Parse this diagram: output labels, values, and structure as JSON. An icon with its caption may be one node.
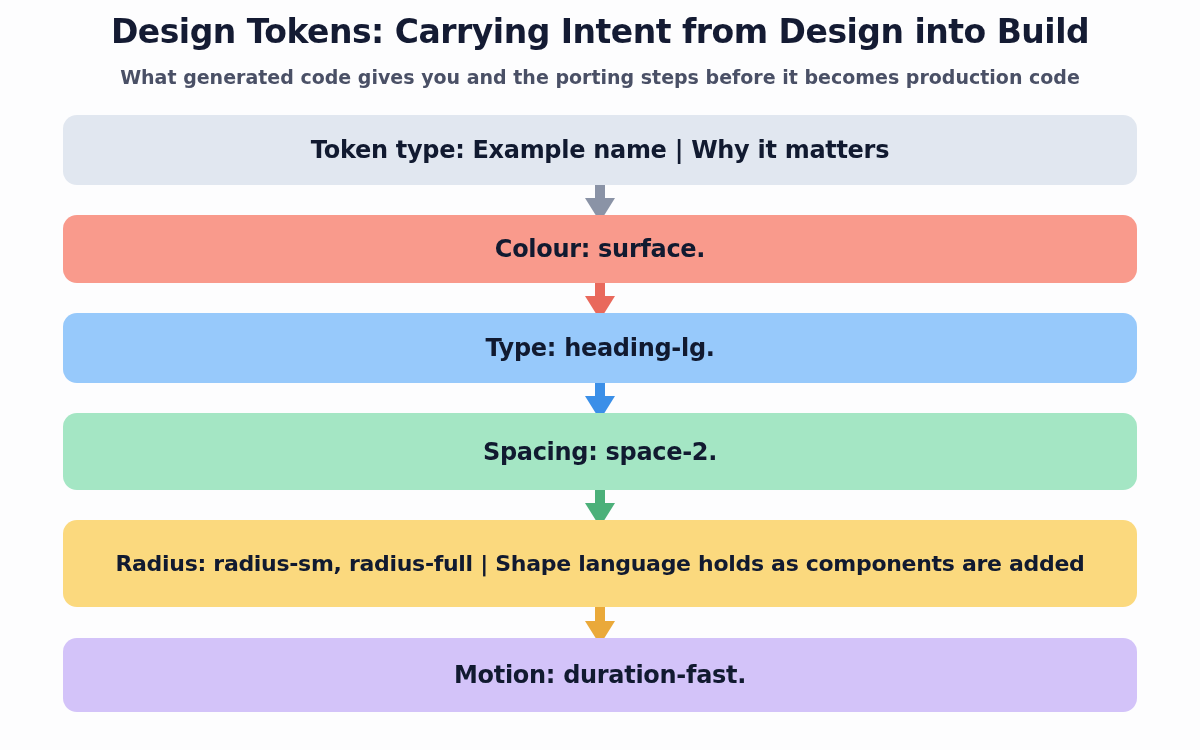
{
  "diagram": {
    "title": "Design Tokens: Carrying Intent from Design into Build",
    "caption": "What generated code gives you and the porting steps before it becomes production code",
    "nodes": [
      {
        "text": [
          "Token type: Example name | Why it matters"
        ]
      },
      {
        "text": [
          "Colour: surface."
        ]
      },
      {
        "text": [
          "Type: heading-lg."
        ]
      },
      {
        "text": [
          "Spacing: space-2."
        ]
      },
      {
        "text": [
          "Radius: radius-sm, radius-full | Shape language holds as components are added"
        ]
      },
      {
        "text": [
          "Motion: duration-fast."
        ]
      }
    ],
    "edges": [
      {
        "from": 0,
        "to": 1,
        "arrow": "to",
        "color": "#8a93a6"
      },
      {
        "from": 1,
        "to": 2,
        "arrow": "to",
        "color": "#e9695c"
      },
      {
        "from": 2,
        "to": 3,
        "arrow": "to",
        "color": "#3b8fe8"
      },
      {
        "from": 3,
        "to": 4,
        "arrow": "to",
        "color": "#4cb07a"
      },
      {
        "from": 4,
        "to": 5,
        "arrow": "to",
        "color": "#eaa93a"
      }
    ]
  }
}
